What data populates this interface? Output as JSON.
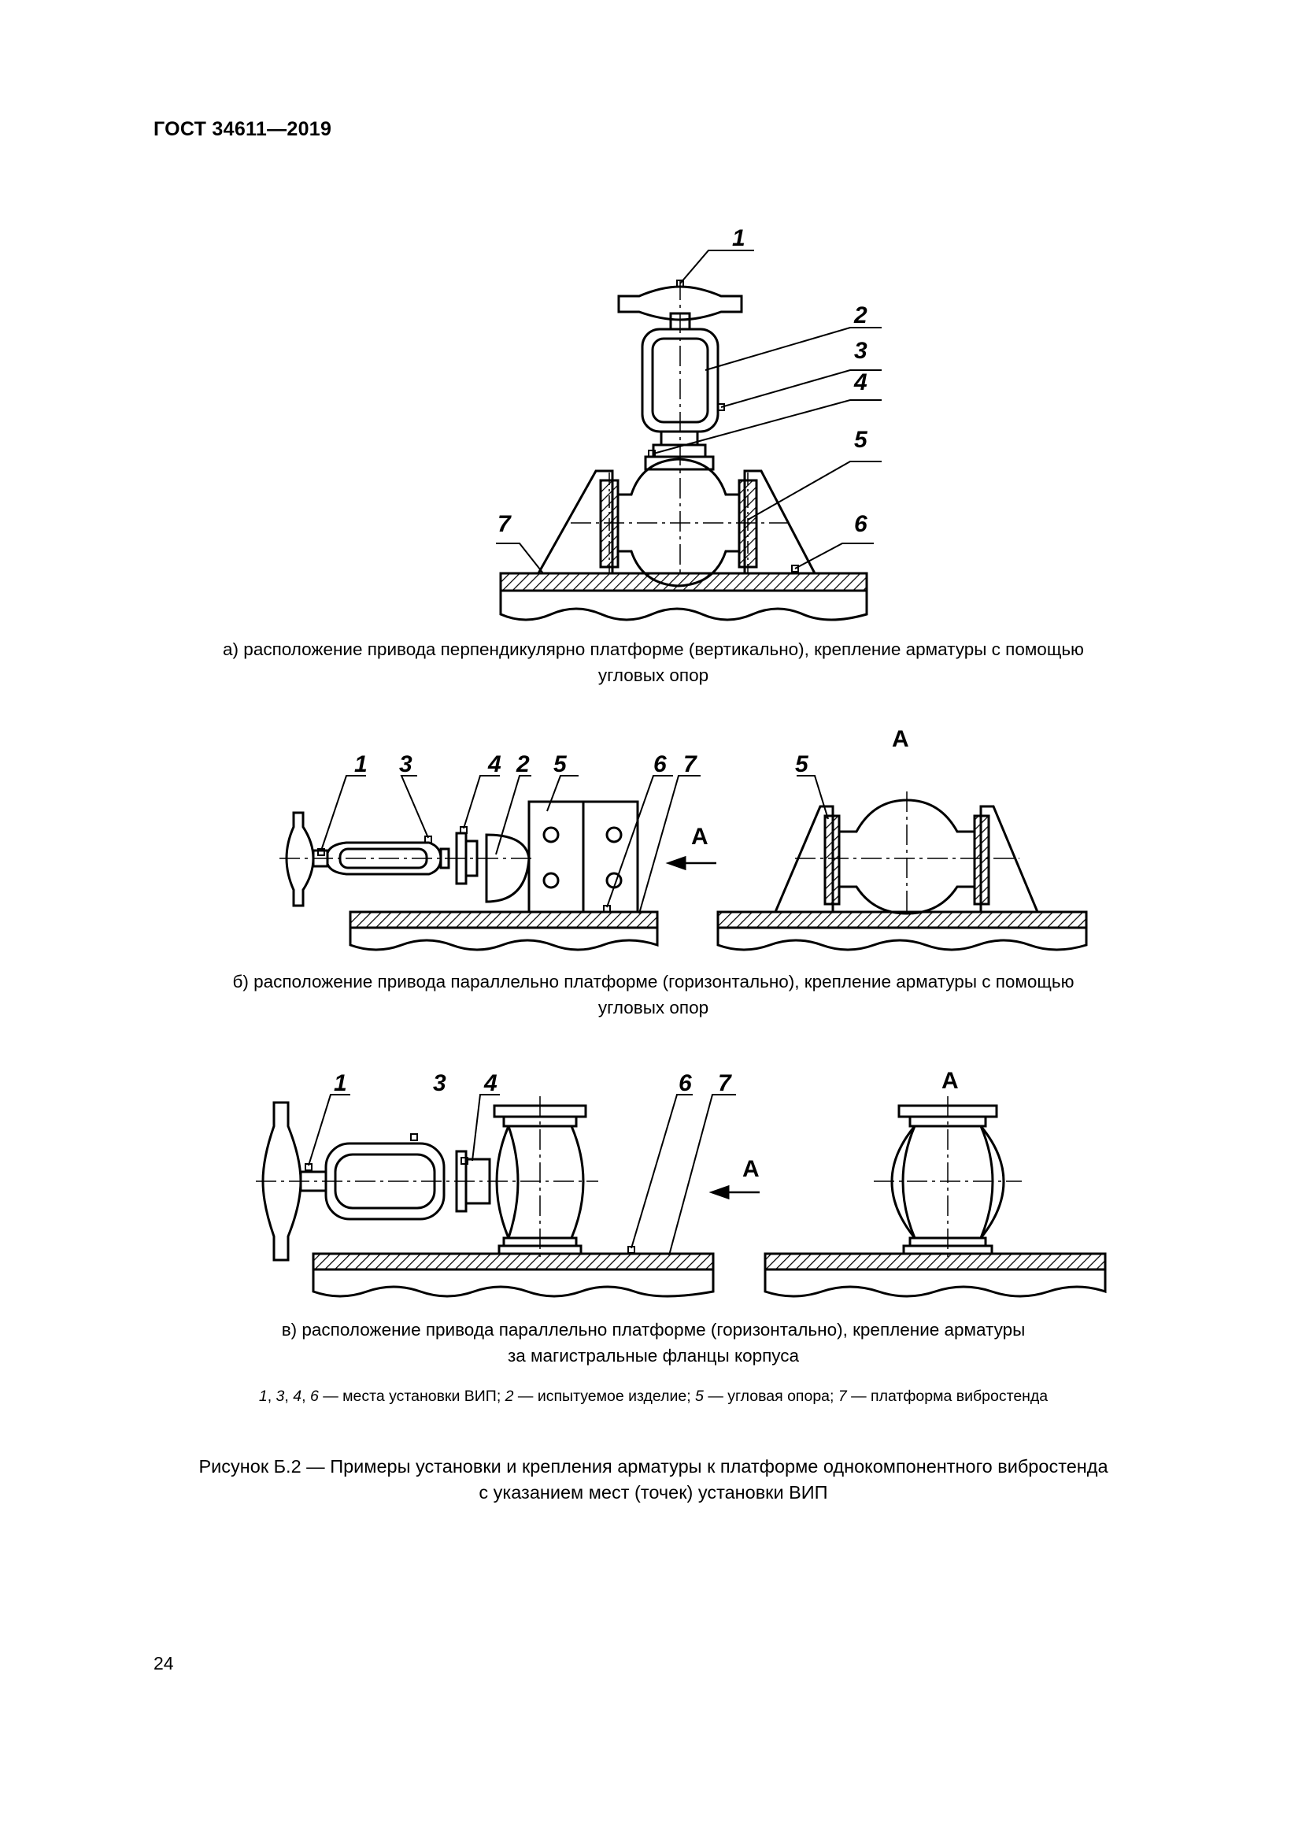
{
  "document": {
    "header": "ГОСТ 34611—2019",
    "page_number": "24"
  },
  "figures": {
    "a": {
      "caption_line1": "а)  расположение привода перпендикулярно платформе (вертикально), крепление арматуры с помощью",
      "caption_line2": "угловых опор",
      "labels": [
        "1",
        "2",
        "3",
        "4",
        "5",
        "6",
        "7"
      ]
    },
    "b": {
      "caption_line1": "б)  расположение привода параллельно платформе (горизонтально), крепление арматуры с помощью",
      "caption_line2": "угловых опор",
      "labels": [
        "1",
        "3",
        "4",
        "2",
        "5",
        "6",
        "7",
        "5"
      ],
      "view_label": "А",
      "arrow_label": "А"
    },
    "c": {
      "caption_line1": "в)  расположение привода параллельно платформе (горизонтально), крепление арматуры",
      "caption_line2": "за магистральные фланцы корпуса",
      "labels": [
        "1",
        "3",
        "4",
        "6",
        "7"
      ],
      "view_label": "А",
      "arrow_label": "А"
    }
  },
  "legend": {
    "n1": "1",
    "s1": ", ",
    "n3": "3",
    "s2": ", ",
    "n4": "4",
    "s3": ", ",
    "n6": "6",
    "t1": " — места установки ВИП; ",
    "n2": "2",
    "t2": " — испытуемое изделие; ",
    "n5": "5",
    "t3": " — угловая опора; ",
    "n7": "7",
    "t4": " — платформа вибростенда"
  },
  "figure_title": {
    "line1": "Рисунок Б.2 — Примеры установки и крепления арматуры к платформе однокомпонентного вибростенда",
    "line2": "с указанием мест (точек) установки ВИП"
  }
}
